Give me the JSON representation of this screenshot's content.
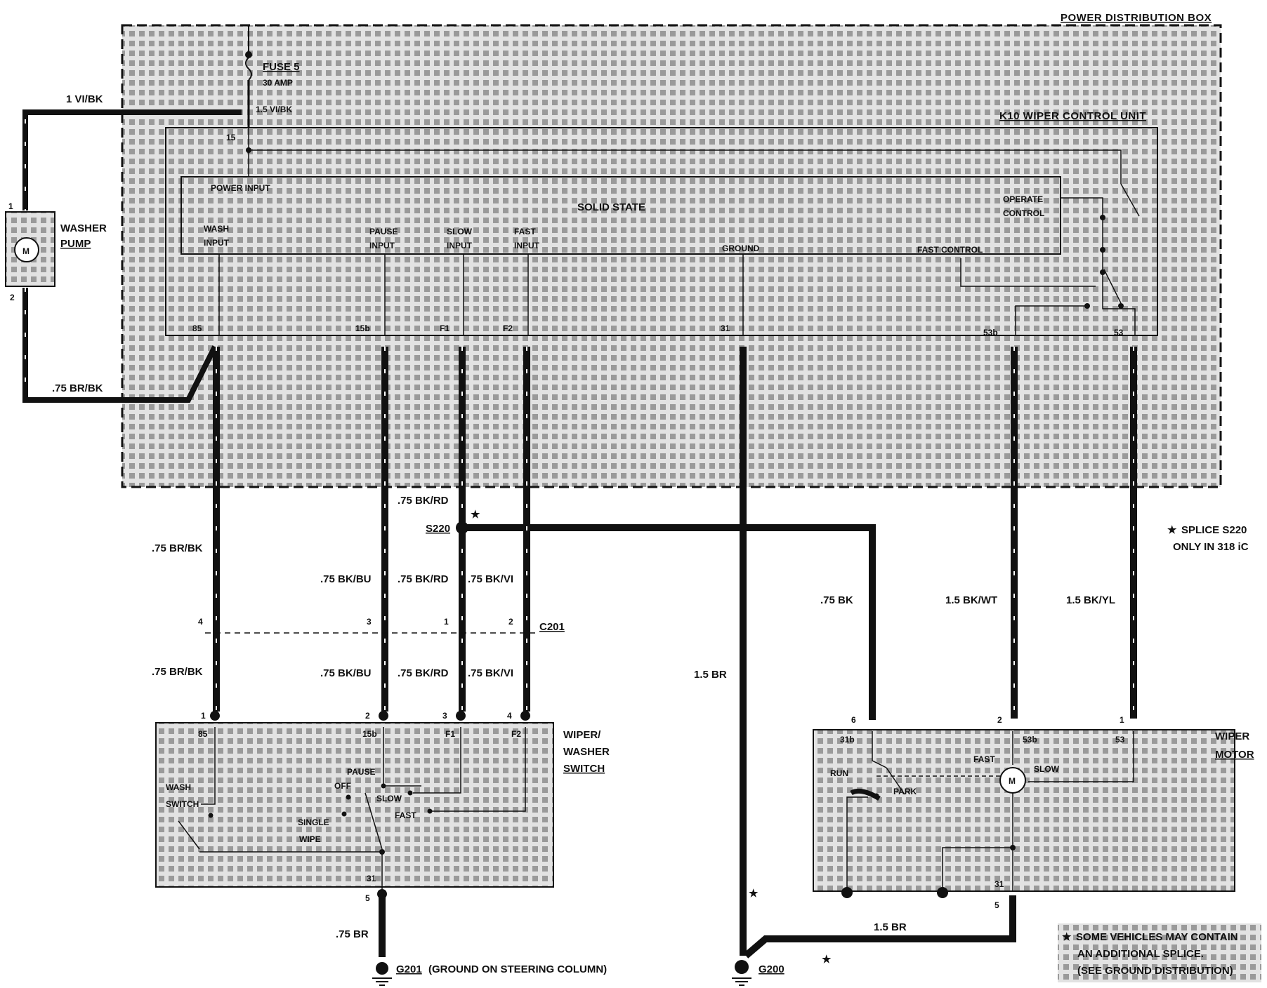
{
  "boxes": {
    "pdb": "POWER DISTRIBUTION BOX",
    "k10": "K10 WIPER CONTROL UNIT",
    "solid_state": "SOLID STATE",
    "washer_pump": [
      "WASHER",
      "PUMP"
    ],
    "wiper_switch": [
      "WIPER/",
      "WASHER",
      "SWITCH"
    ],
    "wiper_motor": [
      "WIPER",
      "MOTOR"
    ]
  },
  "fuse": {
    "name": "FUSE 5",
    "rating": "30 AMP",
    "wire_out": "1.5 VI/BK",
    "terminal": "15"
  },
  "module_inputs": {
    "power": "POWER INPUT",
    "wash": [
      "WASH",
      "INPUT"
    ],
    "pause": [
      "PAUSE",
      "INPUT"
    ],
    "slow": [
      "SLOW",
      "INPUT"
    ],
    "fast": [
      "FAST",
      "INPUT"
    ],
    "ground": "GROUND",
    "operate": [
      "OPERATE",
      "CONTROL"
    ],
    "fast_control": "FAST CONTROL"
  },
  "terminals": {
    "t85": "85",
    "t15b": "15b",
    "tF1": "F1",
    "tF2": "F2",
    "t31": "31",
    "t53b": "53b",
    "t53": "53",
    "pump1": "1",
    "pump2": "2"
  },
  "wires": {
    "pump_top": "1 VI/BK",
    "pump_bottom": ".75 BR/BK",
    "s220_feed": ".75 BK/RD",
    "w_wash_upper": ".75 BR/BK",
    "w_pause_upper": ".75 BK/BU",
    "w_slow_upper": ".75 BK/RD",
    "w_fast_upper": ".75 BK/VI",
    "w_wash_lower": ".75 BR/BK",
    "w_pause_lower": ".75 BK/BU",
    "w_slow_lower": ".75 BK/RD",
    "w_fast_lower": ".75 BK/VI",
    "w_splice_motor": ".75 BK",
    "w_fast_motor": "1.5 BK/WT",
    "w_slow_motor": "1.5 BK/YL",
    "w_ground": "1.5 BR",
    "w_motor_ground": "1.5 BR",
    "w_switch_ground": ".75 BR"
  },
  "splice": {
    "name": "S220",
    "note": [
      "SPLICE S220",
      "ONLY IN 318 iC"
    ],
    "star": "★"
  },
  "connector": {
    "name": "C201",
    "pins": [
      "4",
      "3",
      "1",
      "2"
    ]
  },
  "switch": {
    "pins": [
      "1",
      "2",
      "3",
      "4",
      "5"
    ],
    "terms": [
      "85",
      "15b",
      "F1",
      "F2",
      "31"
    ],
    "positions": {
      "wash": [
        "WASH",
        "SWITCH"
      ],
      "pause": "PAUSE",
      "off": "OFF",
      "slow": "SLOW",
      "fast": "FAST",
      "single": [
        "SINGLE",
        "WIPE"
      ]
    }
  },
  "motor": {
    "pins": [
      "6",
      "2",
      "1",
      "5"
    ],
    "terms": [
      "31b",
      "53b",
      "53",
      "31"
    ],
    "labels": {
      "fast": "FAST",
      "slow": "SLOW",
      "run": "RUN",
      "park": "PARK",
      "m": "M"
    }
  },
  "grounds": {
    "g201": "G201",
    "g201_note": "(GROUND ON STEERING COLUMN)",
    "g200": "G200"
  },
  "footnote": [
    "SOME VEHICLES MAY CONTAIN",
    "AN ADDITIONAL SPLICE.",
    "(SEE GROUND DISTRIBUTION)"
  ]
}
